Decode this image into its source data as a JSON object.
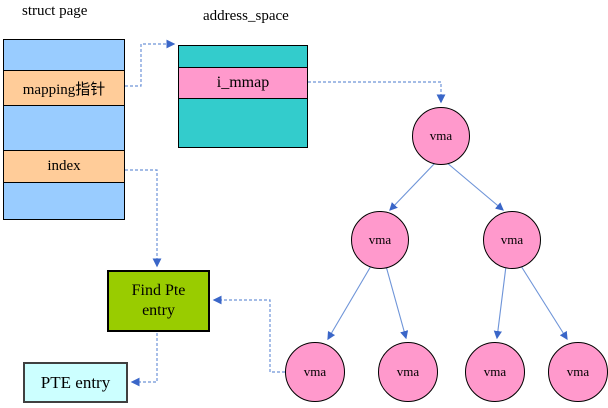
{
  "struct_page": {
    "title": "struct page",
    "rows": [
      {
        "label": ""
      },
      {
        "label": "mapping指针"
      },
      {
        "label": ""
      },
      {
        "label": "index"
      },
      {
        "label": ""
      }
    ]
  },
  "address_space": {
    "title": "address_space",
    "rows": [
      {
        "label": ""
      },
      {
        "label": "i_mmap"
      },
      {
        "label": ""
      }
    ]
  },
  "tree": {
    "node_labels": [
      "vma",
      "vma",
      "vma",
      "vma",
      "vma",
      "vma",
      "vma"
    ]
  },
  "find_pte_box": {
    "line1": "Find Pte",
    "line2": "entry"
  },
  "pte_box": {
    "label": "PTE entry"
  },
  "colors": {
    "row_blue": "#99CCFF",
    "row_orange": "#FFCC99",
    "row_teal": "#33CCCC",
    "row_pink": "#FF99CC",
    "vma_pink": "#FF99CC",
    "find_pte_green": "#99CC00",
    "pte_cyan": "#CCFFFF",
    "connector_blue": "#6E94D8",
    "arrowhead_blue": "#3A66C8"
  }
}
